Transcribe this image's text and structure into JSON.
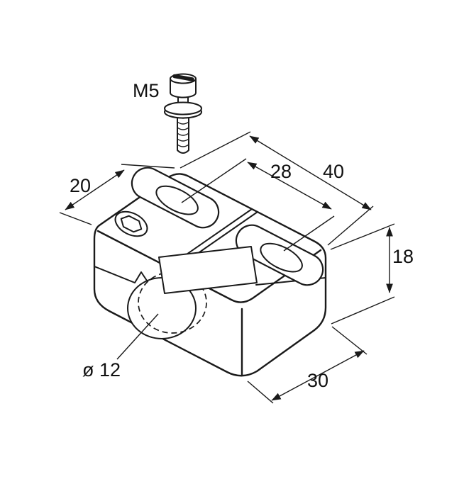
{
  "page": {
    "background": "#ffffff",
    "line_color": "#1a1a1a",
    "label_plate_color": "#ffffff"
  },
  "drawing": {
    "dimensions": {
      "thread": "M5",
      "top_depth": "20",
      "hole_spacing": "28",
      "total_length": "40",
      "height": "18",
      "bottom_width": "30",
      "bore_diameter": "ø 12"
    }
  }
}
